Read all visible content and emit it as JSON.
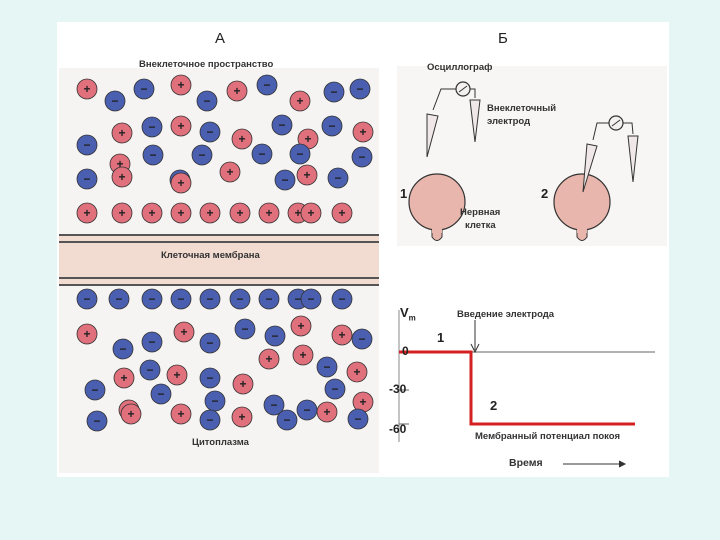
{
  "panel_a": {
    "letter": "А",
    "extracellular_label": "Внеклеточное пространство",
    "membrane_label": "Клеточная мембрана",
    "cytoplasm_label": "Цитоплазма",
    "positive_symbol": "+",
    "negative_symbol": "−",
    "positive_color": "#e0707c",
    "negative_color": "#4a5fb0"
  },
  "panel_b": {
    "letter": "Б",
    "oscillograph_label": "Осциллограф",
    "electrode_label_line1": "Внеклеточный",
    "electrode_label_line2": "электрод",
    "cell_label_line1": "Нервная",
    "cell_label_line2": "клетка",
    "stage1": "1",
    "stage2": "2"
  },
  "graph": {
    "y_label_main": "V",
    "y_label_sub": "m",
    "electrode_insertion_label": "Введение электрода",
    "resting_potential_label": "Мембранный потенциал покоя",
    "time_label": "Время",
    "stage1": "1",
    "stage2": "2",
    "trace_color": "#d42020",
    "y_ticks": [
      "0",
      "-30",
      "-60"
    ]
  }
}
